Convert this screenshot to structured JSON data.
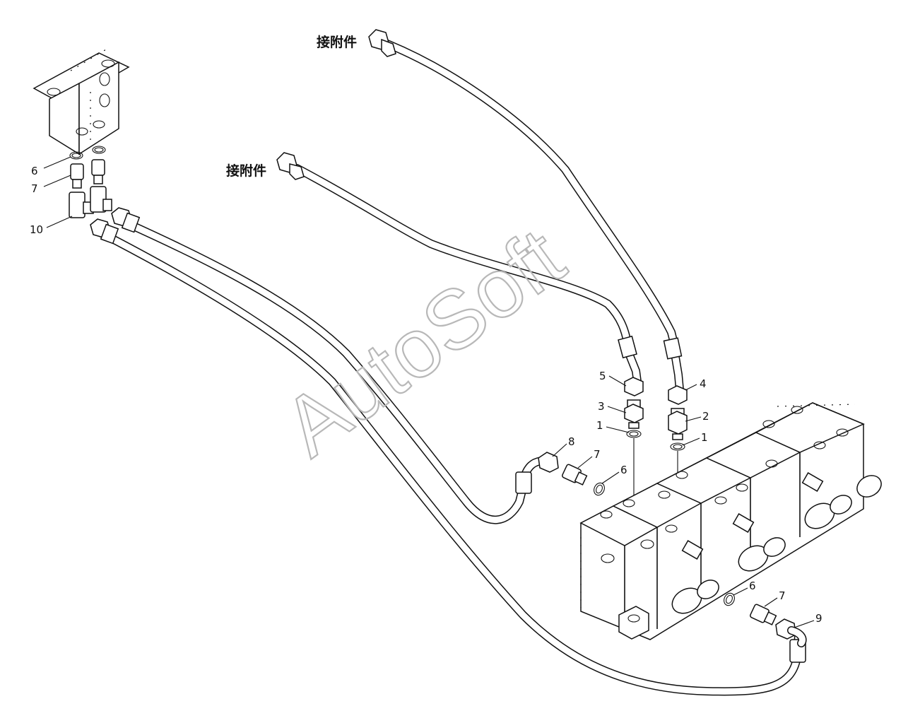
{
  "labels": {
    "attachment_top": "接附件",
    "attachment_mid": "接附件",
    "watermark": "AutoSoft"
  },
  "callouts": {
    "c1a": "1",
    "c1b": "1",
    "c2": "2",
    "c3": "3",
    "c4": "4",
    "c5": "5",
    "c6a": "6",
    "c6b": "6",
    "c6c": "6",
    "c7a": "7",
    "c7b": "7",
    "c7c": "7",
    "c8": "8",
    "c9": "9",
    "c10": "10"
  }
}
